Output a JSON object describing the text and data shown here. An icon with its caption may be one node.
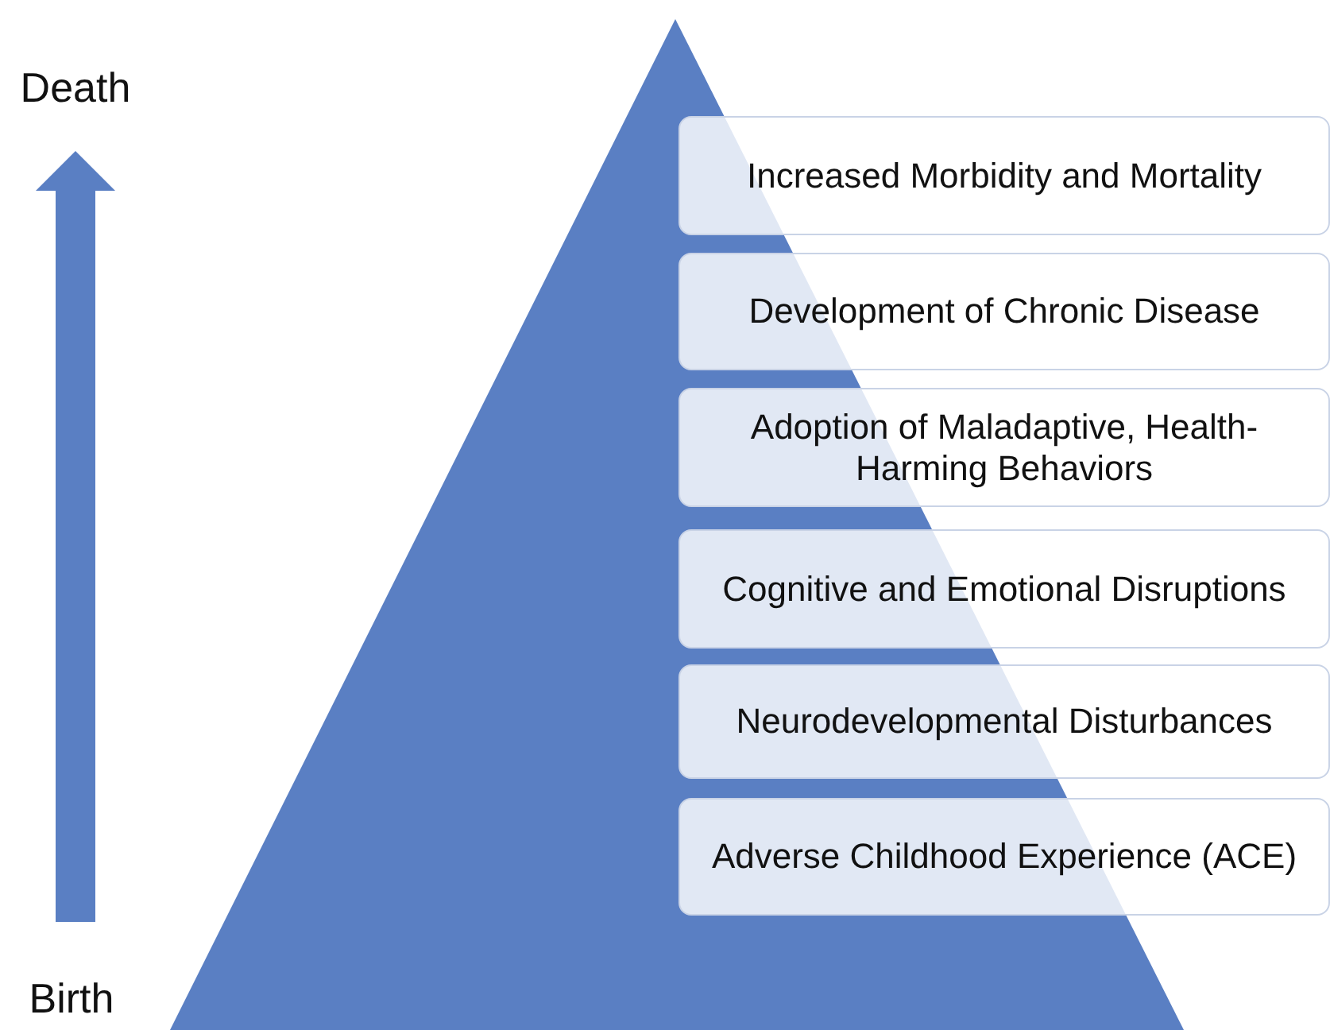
{
  "diagram": {
    "nodes": [
      {
        "text": [
          "Death"
        ]
      },
      {
        "text": [
          "Increased Morbidity and Mortality"
        ]
      },
      {
        "text": [
          "Development of Chronic Disease"
        ]
      },
      {
        "text": [
          "Adoption of Maladaptive, Health-Harming Behaviors"
        ]
      },
      {
        "text": [
          "Cognitive and Emotional Disruptions"
        ]
      },
      {
        "text": [
          "Neurodevelopmental Disturbances"
        ]
      },
      {
        "text": [
          "Adverse Childhood Experience (ACE)"
        ]
      },
      {
        "text": [
          "Birth"
        ]
      }
    ],
    "edges": [
      {
        "from": 7,
        "to": 0,
        "arrow": "to"
      }
    ]
  }
}
